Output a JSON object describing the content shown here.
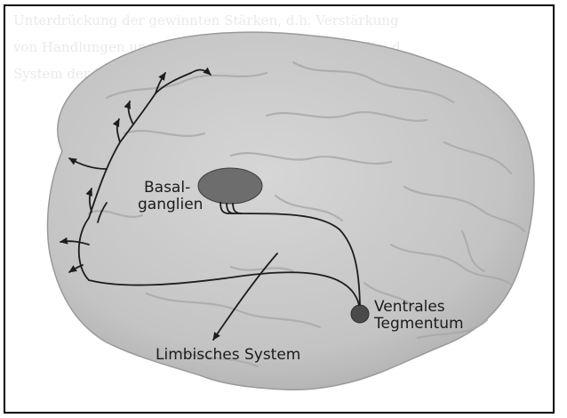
{
  "header_text": {
    "line1": "Unterdrückung der gewinnten Stärken, d.h. Verstärkung",
    "line2": "von Handlungen und somit zu einer Fehlsteuerung. Bei d",
    "line3": "System der Belohnung ausgeschüttet ... des Menschen"
  },
  "labels": {
    "basal_line1": "Basal-",
    "basal_line2": "ganglien",
    "ventral_line1": "Ventrales",
    "ventral_line2": "Tegmentum",
    "limbic": "Limbisches System"
  },
  "colors": {
    "brain_fill": "#c9c9c9",
    "brain_fold": "#a7a7a7",
    "basal_fill": "#6d6d6d",
    "ventral_fill": "#4a4a4a",
    "pathway_stroke": "#1d1d1d",
    "frame": "#000000"
  }
}
